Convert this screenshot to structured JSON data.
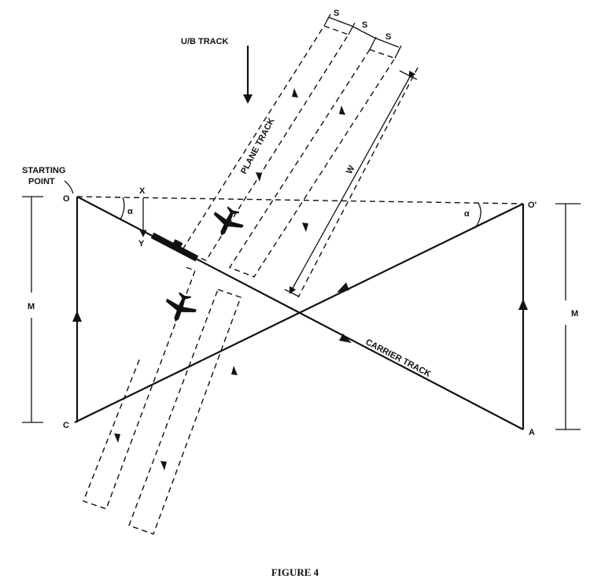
{
  "figure": {
    "caption": "FIGURE 4",
    "labels": {
      "ub_track": "U/B TRACK",
      "starting_point_line1": "STARTING",
      "starting_point_line2": "POINT",
      "plane_track": "PLANE TRACK",
      "carrier_track": "CARRIER TRACK",
      "o": "O",
      "o_prime": "O'",
      "c": "C",
      "a": "A",
      "x": "X",
      "y": "Y",
      "m_left": "M",
      "m_right": "M",
      "alpha_left": "α",
      "alpha_right": "α",
      "w": "W",
      "s1": "S",
      "s2": "S",
      "s3": "S"
    }
  }
}
